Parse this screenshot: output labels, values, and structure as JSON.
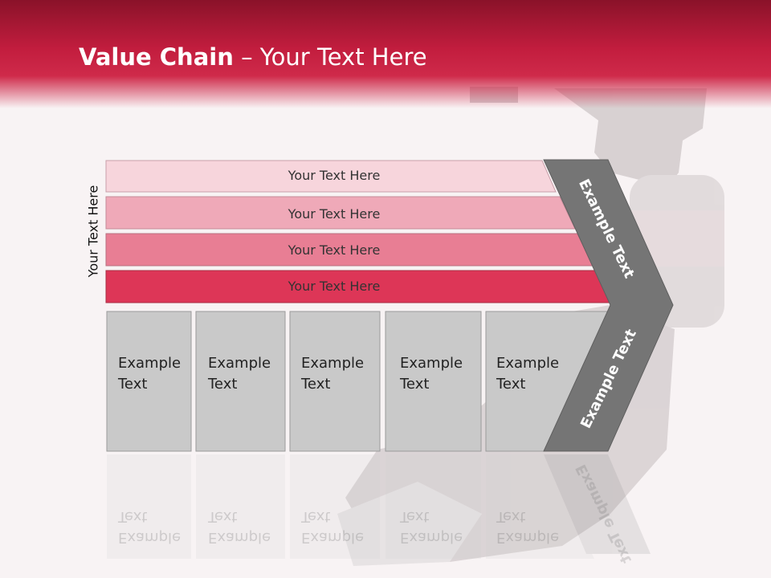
{
  "slide": {
    "title_bold": "Value Chain",
    "title_rest": " – Your Text Here",
    "side_label": "Your Text Here"
  },
  "rows": [
    {
      "label": "Your Text Here",
      "color": "#f7d5dc"
    },
    {
      "label": "Your Text Here",
      "color": "#efa9b8"
    },
    {
      "label": "Your Text Here",
      "color": "#e87e94"
    },
    {
      "label": "Your Text Here",
      "color": "#dd3657"
    }
  ],
  "boxes": [
    {
      "line1": "Example",
      "line2": "Text"
    },
    {
      "line1": "Example",
      "line2": "Text"
    },
    {
      "line1": "Example",
      "line2": "Text"
    },
    {
      "line1": "Example",
      "line2": "Text"
    },
    {
      "line1": "Example",
      "line2": "Text"
    }
  ],
  "chevron": {
    "upper_text": "Example Text",
    "lower_text": "Example Text",
    "color": "#757575"
  },
  "colors": {
    "header": "#c21d3e",
    "box_fill": "#c9c9c9",
    "box_border": "#9a9a9a"
  }
}
